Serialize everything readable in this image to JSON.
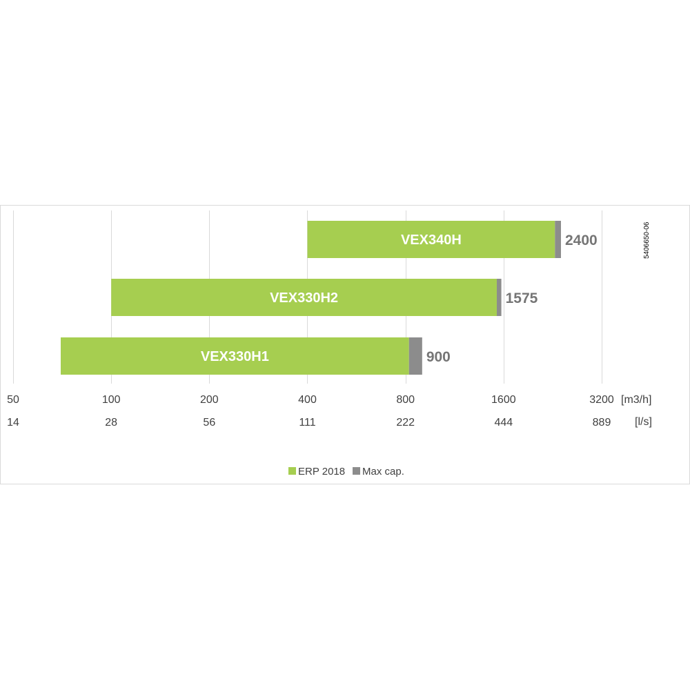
{
  "chart_data": {
    "type": "bar",
    "orientation": "horizontal",
    "x_scale": "log",
    "grid": true,
    "legend_position": "bottom-center",
    "categories": [
      "VEX340H",
      "VEX330H2",
      "VEX330H1"
    ],
    "series": [
      {
        "name": "ERP 2018",
        "color": "#a6ce50",
        "start": [
          400,
          100,
          70
        ],
        "end": [
          2300,
          1525,
          820
        ]
      },
      {
        "name": "Max cap.",
        "color": "#8c8c8c",
        "start": [
          2300,
          1525,
          820
        ],
        "end": [
          2400,
          1575,
          900
        ]
      }
    ],
    "max_labels": [
      "2400",
      "1575",
      "900"
    ],
    "x_ticks": [
      50,
      100,
      200,
      400,
      800,
      1600,
      3200
    ],
    "x_tick_labels": [
      "50",
      "100",
      "200",
      "400",
      "800",
      "1600",
      "3200"
    ],
    "x_unit": "[m3/h]",
    "x2_tick_labels": [
      "14",
      "28",
      "56",
      "111",
      "222",
      "444",
      "889"
    ],
    "x2_unit": "[l/s]",
    "xlim": [
      50,
      3200
    ],
    "doc_id": "5406650-06"
  }
}
